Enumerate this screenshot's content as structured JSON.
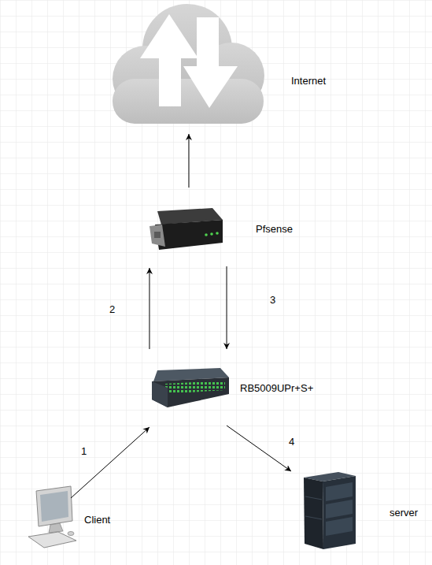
{
  "diagram": {
    "nodes": [
      {
        "text": [
          "Internet"
        ]
      },
      {
        "text": [
          "Pfsense"
        ]
      },
      {
        "text": [
          "RB5009UPr+S+"
        ]
      },
      {
        "text": [
          "Client"
        ]
      },
      {
        "text": [
          "server"
        ]
      }
    ],
    "edges": [
      {
        "from": 1,
        "to": 0,
        "arrow": "to"
      },
      {
        "from": 3,
        "to": 2,
        "label": "1",
        "arrow": "to"
      },
      {
        "from": 2,
        "to": 1,
        "label": "2",
        "arrow": "to"
      },
      {
        "from": 1,
        "to": 2,
        "label": "3",
        "arrow": "to"
      },
      {
        "from": 2,
        "to": 4,
        "label": "4",
        "arrow": "to"
      }
    ]
  }
}
